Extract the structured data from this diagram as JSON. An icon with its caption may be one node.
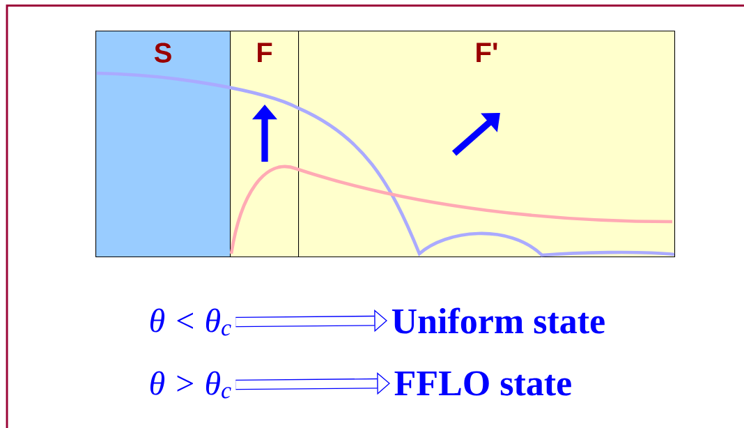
{
  "diagram": {
    "nodes": [
      {
        "text": [
          "S"
        ]
      },
      {
        "text": [
          "F"
        ]
      },
      {
        "text": [
          "F'"
        ]
      },
      {
        "text": [
          "θ < θ$_{c}$"
        ]
      },
      {
        "text": [
          "Uniform state"
        ]
      },
      {
        "text": [
          "θ > θ$_{c}$"
        ]
      },
      {
        "text": [
          "FFLO state"
        ]
      }
    ],
    "edges": [
      {
        "from": 3,
        "to": 4,
        "arrow": "to"
      },
      {
        "from": 5,
        "to": 6,
        "arrow": "to"
      }
    ]
  }
}
